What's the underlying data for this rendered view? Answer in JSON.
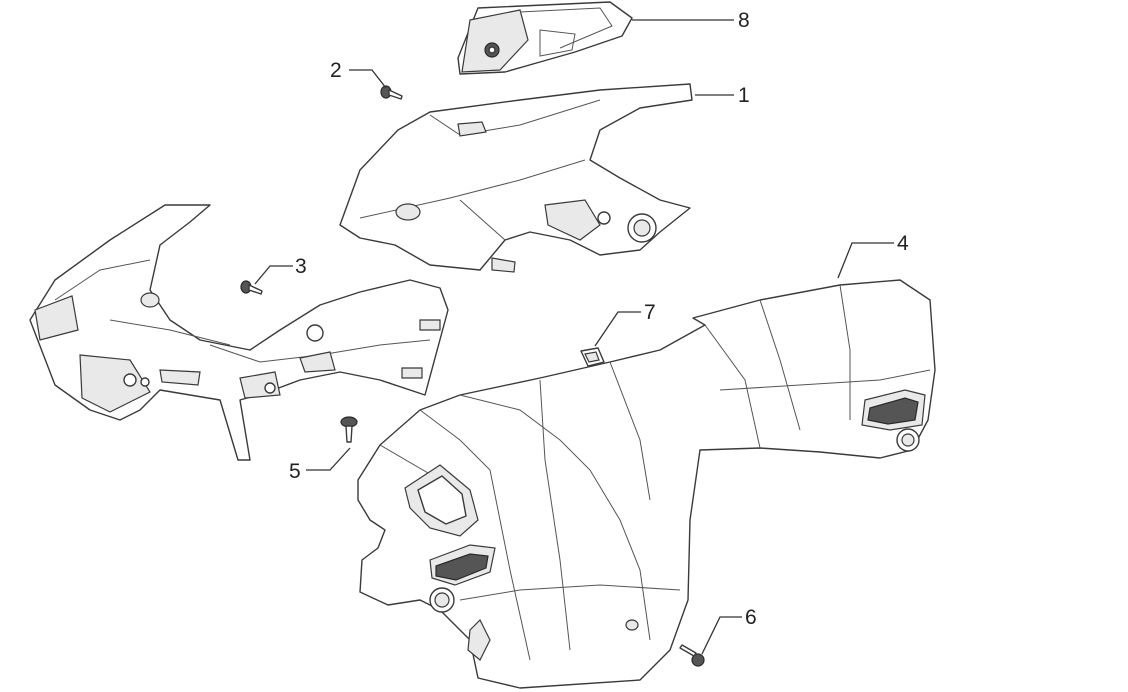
{
  "diagram": {
    "callouts": [
      {
        "id": "c1",
        "label": "1"
      },
      {
        "id": "c2",
        "label": "2"
      },
      {
        "id": "c3",
        "label": "3"
      },
      {
        "id": "c4",
        "label": "4"
      },
      {
        "id": "c5",
        "label": "5"
      },
      {
        "id": "c6",
        "label": "6"
      },
      {
        "id": "c7",
        "label": "7"
      },
      {
        "id": "c8",
        "label": "8"
      }
    ]
  }
}
